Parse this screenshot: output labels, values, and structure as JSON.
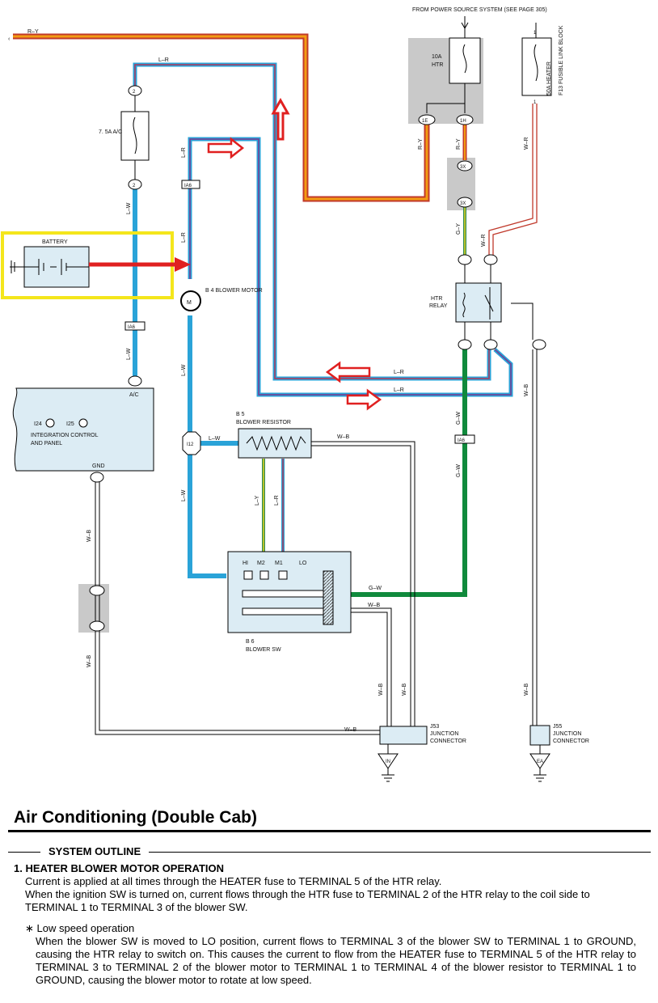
{
  "diagram": {
    "top_note": "FROM POWER SOURCE SYSTEM (SEE PAGE 305)",
    "battery_label": "BATTERY",
    "fuse_ac": "7. 5A A/C",
    "fuse_htr": "10A HTR",
    "fuse_heater": "50A HEATER",
    "fusible_link_block": "F13 FUSIBLE LINK BLOCK",
    "blower_motor_label": "B 4 BLOWER MOTOR",
    "htr_relay_label": "HTR RELAY",
    "blower_resistor_label": "B 5 BLOWER RESISTOR",
    "blower_sw_label": "B 6 BLOWER SW",
    "integration_label": "INTEGRATION CONTROL AND PANEL",
    "i24": "I24",
    "i25": "I25",
    "ac_term": "A/C",
    "gnd_term": "GND",
    "junction_j53": "J53 JUNCTION CONNECTOR",
    "junction_j55": "J55 JUNCTION CONNECTOR",
    "ground_in": "IN",
    "ground_ea": "EA",
    "i12": "I12",
    "sw_positions": [
      "HI",
      "M2",
      "M1",
      "LO"
    ],
    "wires": {
      "r_y": "R–Y",
      "l_r": "L–R",
      "l_w": "L–W",
      "w_b": "W–B",
      "g_w": "G–W",
      "g_y": "G–Y",
      "w_r": "W–R",
      "l_y": "L–Y"
    },
    "connectors": {
      "iaa": "IA6",
      "c1e": "1E",
      "c1h": "1H",
      "c3x": "3X"
    },
    "colors": {
      "highlight_box": "#f4e61c",
      "arrow": "#e02020",
      "wire_blue": "#2aa3d8",
      "wire_green": "#108a3c",
      "wire_orange": "#e8781c",
      "panel_fill": "#dcecf4"
    }
  },
  "section_title": "Air Conditioning (Double Cab)",
  "outline": {
    "header": "SYSTEM OUTLINE",
    "item_title": "1.  HEATER BLOWER MOTOR OPERATION",
    "p1": "Current is applied at all times through the HEATER fuse to TERMINAL 5 of the HTR relay.",
    "p2": "When the ignition SW is turned on, current flows through the HTR fuse to TERMINAL 2 of the HTR relay to the coil side to TERMINAL 1 to TERMINAL 3 of the blower SW.",
    "bullet": "∗  Low speed operation",
    "p3": "When the blower SW is moved to LO position, current flows to TERMINAL 3 of the blower SW to TERMINAL 1 to GROUND, causing the HTR relay to switch on. This causes the current to flow from the HEATER fuse to TERMINAL 5 of the HTR relay to TERMINAL 3 to TERMINAL 2 of the blower motor to TERMINAL 1 to TERMINAL 4 of the blower resistor to TERMINAL 1 to GROUND, causing the blower motor to rotate at low speed."
  }
}
